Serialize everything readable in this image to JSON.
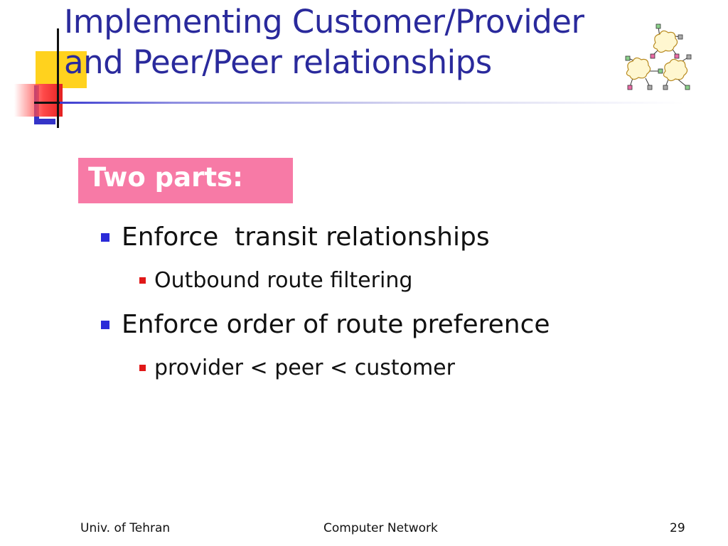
{
  "slide": {
    "title_line1": "Implementing Customer/Provider",
    "title_line2": "and Peer/Peer relationships",
    "parts_label": "Two parts:",
    "bullets": [
      {
        "text": "Enforce  transit relationships",
        "sub": "Outbound route filtering"
      },
      {
        "text": "Enforce order of route preference",
        "sub": "provider < peer < customer"
      }
    ]
  },
  "footer": {
    "left": "Univ. of Tehran",
    "center": "Computer Network",
    "right": "29"
  },
  "colors": {
    "title": "#2a2a9c",
    "parts_box": "#f77aa6",
    "bullet_level1": "#2b2bd8",
    "bullet_level2": "#e01818"
  },
  "icons": [
    "network-clouds-icon"
  ]
}
